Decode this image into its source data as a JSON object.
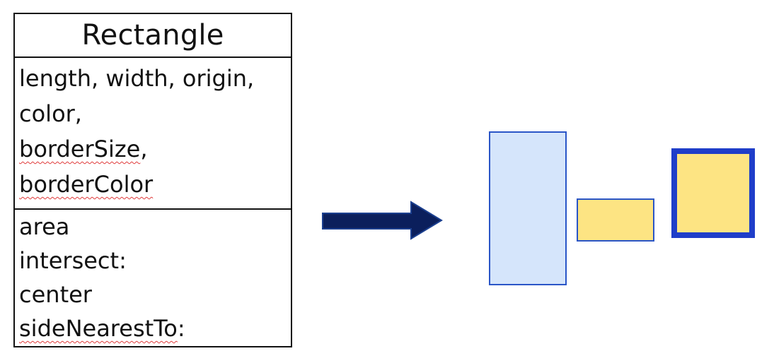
{
  "uml_class": {
    "name": "Rectangle",
    "attributes": [
      {
        "text": "length, width, origin,",
        "misspelled": false
      },
      {
        "text": "color,",
        "misspelled": false
      },
      {
        "word": "borderSize",
        "suffix": ",",
        "misspelled": true
      },
      {
        "word": "borderColor",
        "suffix": "",
        "misspelled": true
      }
    ],
    "methods": [
      {
        "text": "area",
        "misspelled": false
      },
      {
        "text": "intersect:",
        "misspelled": false
      },
      {
        "text": "center",
        "misspelled": false
      },
      {
        "word": "sideNearestTo",
        "suffix": ":",
        "misspelled": true
      }
    ]
  },
  "arrow": {
    "color": "#0b1f5c"
  },
  "rectangles": {
    "tall": {
      "fill": "#d5e5fb",
      "border": "#2a55c7"
    },
    "small": {
      "fill": "#fde483",
      "border": "#2a55c7"
    },
    "bordered": {
      "fill": "#fde483",
      "border": "#1f3ec9"
    }
  },
  "colors": {
    "text": "#111111",
    "spellcheck_underline": "#e03a3a"
  }
}
